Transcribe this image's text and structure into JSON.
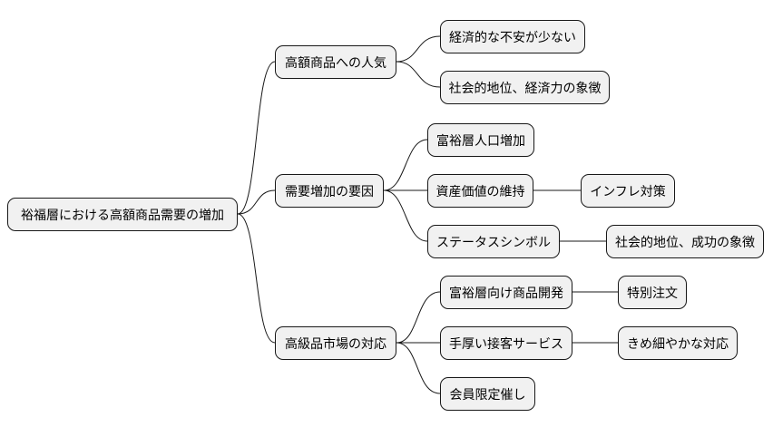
{
  "root": {
    "label": "裕福層における高額商品需要の増加"
  },
  "branch1": {
    "label": "高額商品への人気",
    "children": [
      {
        "label": "経済的な不安が少ない"
      },
      {
        "label": "社会的地位、経済力の象徴"
      }
    ]
  },
  "branch2": {
    "label": "需要増加の要因",
    "children": [
      {
        "label": "富裕層人口増加"
      },
      {
        "label": "資産価値の維持",
        "sub": {
          "label": "インフレ対策"
        }
      },
      {
        "label": "ステータスシンボル",
        "sub": {
          "label": "社会的地位、成功の象徴"
        }
      }
    ]
  },
  "branch3": {
    "label": "高級品市場の対応",
    "children": [
      {
        "label": "富裕層向け商品開発",
        "sub": {
          "label": "特別注文"
        }
      },
      {
        "label": "手厚い接客サービス",
        "sub": {
          "label": "きめ細やかな対応"
        }
      },
      {
        "label": "会員限定催し"
      }
    ]
  },
  "colors": {
    "node_fill": "#f1f1f1",
    "node_border": "#181818",
    "edge": "#181818"
  }
}
